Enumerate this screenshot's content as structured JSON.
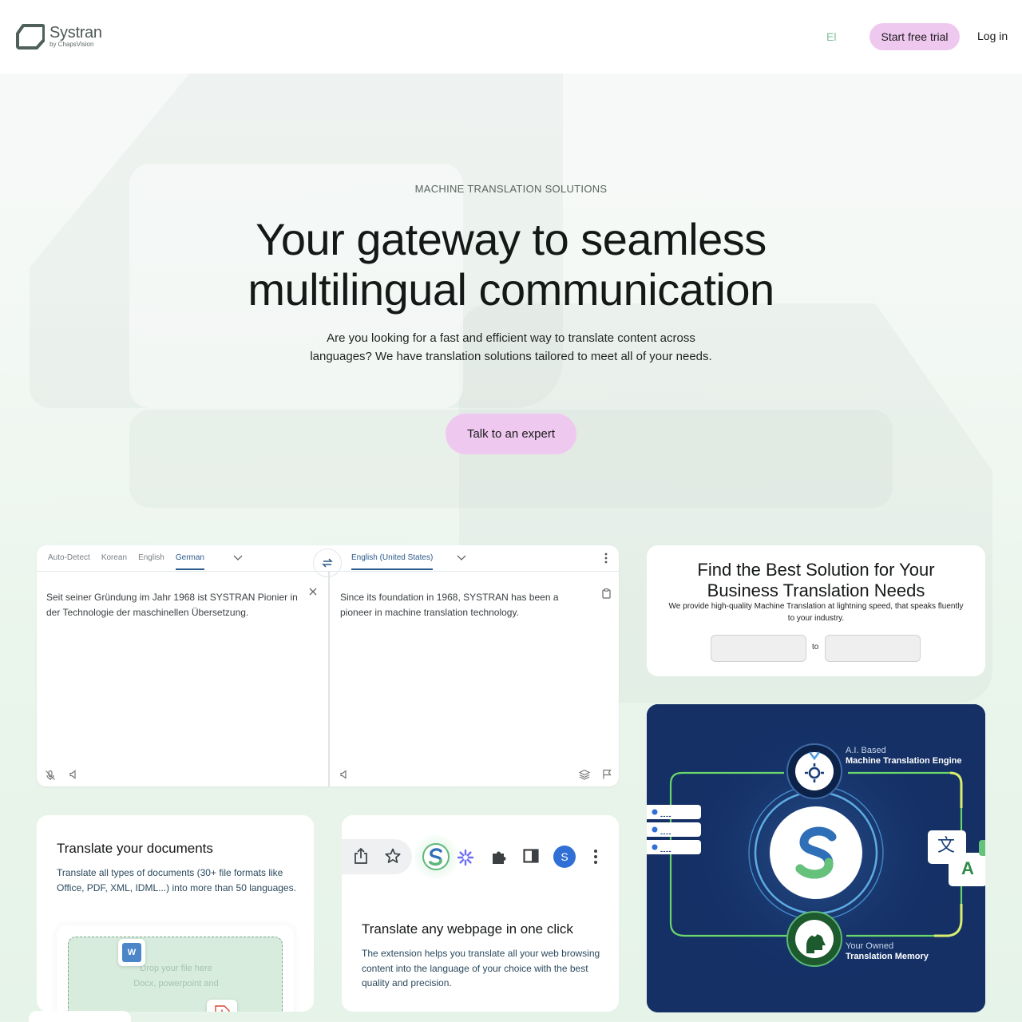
{
  "header": {
    "logo_name": "Systran",
    "logo_sub": "by ChapsVision",
    "lang_link": "El",
    "trial_label": "Start free trial",
    "login_label": "Log in"
  },
  "hero": {
    "eyebrow": "MACHINE TRANSLATION SOLUTIONS",
    "title": "Your gateway to seamless multilingual communication",
    "description": "Are you looking for a fast and efficient way to translate content across languages? We have translation solutions tailored to meet all of your needs.",
    "cta_label": "Talk to an expert"
  },
  "translator": {
    "source_tabs": [
      {
        "label": "Auto-Detect",
        "active": false
      },
      {
        "label": "Korean",
        "active": false
      },
      {
        "label": "English",
        "active": false
      },
      {
        "label": "German",
        "active": true
      }
    ],
    "target_tab": "English (United States)",
    "source_text": "Seit seiner Gründung im Jahr 1968 ist SYSTRAN Pionier in der Technologie der maschinellen Übersetzung.",
    "target_text": "Since its foundation in 1968, SYSTRAN has been a pioneer in machine translation technology."
  },
  "solution": {
    "title": "Find the Best Solution for Your Business Translation Needs",
    "description": "We provide high-quality Machine Translation at lightning speed, that speaks fluently to your industry.",
    "to_label": "to"
  },
  "documents": {
    "title": "Translate your documents",
    "description": "Translate all types of documents (30+ file formats like Office, PDF, XML, IDML...) into more than 50 languages.",
    "drop_text": "Drop your file here",
    "drop_sub": "Docx, powerpoint and",
    "word_letter": "W"
  },
  "webext": {
    "title": "Translate any webpage in one click",
    "description": "The extension helps you translate all your web browsing content into the language of your choice with the best quality and precision.",
    "avatar_letter": "S"
  },
  "diagram": {
    "top_label_line1": "A.I. Based",
    "top_label_line2": "Machine Translation Engine",
    "bottom_label_line1": "Your Owned",
    "bottom_label_line2": "Translation Memory",
    "list_placeholder": "----",
    "glyph_chinese": "文",
    "glyph_latin": "A"
  },
  "icons": {
    "swap": "swap-arrows-icon",
    "more": "more-vertical-icon",
    "clear": "close-icon",
    "copy": "clipboard-icon",
    "mic": "mic-off-icon",
    "speaker": "speaker-icon",
    "layers": "layers-icon",
    "flag": "flag-icon",
    "share": "share-icon",
    "star": "star-icon",
    "puzzle": "puzzle-icon",
    "sidepanel": "side-panel-icon"
  },
  "colors": {
    "accent_pink": "#efc8f0",
    "link_blue": "#2a5a8a",
    "diagram_bg": "#143065",
    "brand_green": "#5cb878"
  }
}
